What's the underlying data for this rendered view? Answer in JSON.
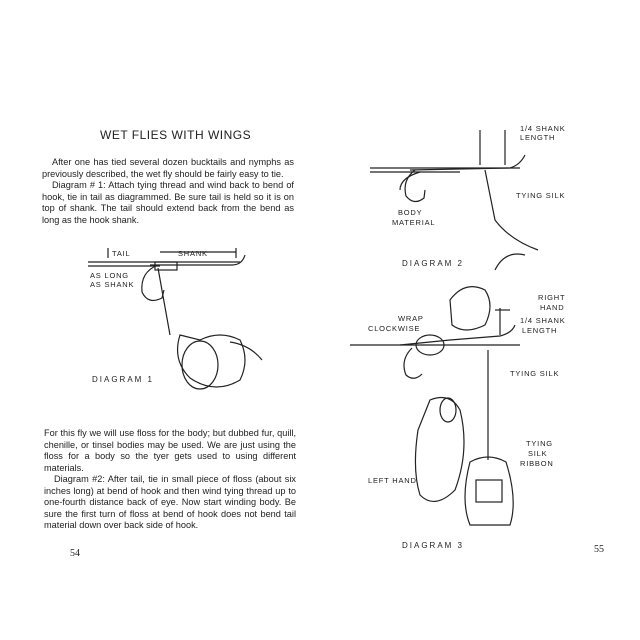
{
  "left_page": {
    "title": "WET FLIES WITH WINGS",
    "intro": "After one has tied several dozen bucktails and nymphs as previously described, the wet fly should be fairly easy to tie.",
    "diagram1_text": "Diagram # 1: Attach tying thread and wind back to bend of hook, tie in tail as diagrammed. Be sure tail is held so it is on top of shank. The tail should extend back from the bend as long as the hook shank.",
    "diagram1": {
      "label_tail": "TAIL",
      "label_shank": "SHANK",
      "label_as_long": "AS LONG",
      "label_as_shank": "AS SHANK",
      "caption": "DIAGRAM 1"
    },
    "body_text": "For this fly we will use floss for the body; but dubbed fur, quill, chenille, or tinsel bodies may be used. We are just using the floss for a body so the tyer gets used to using different materials.",
    "diagram2_text": "Diagram #2: After tail, tie in small piece of floss (about six inches long) at bend of hook and then wind tying thread up to one-fourth distance back of eye. Now start winding body. Be sure the first turn of floss at bend of hook does not bend tail material down over back side of hook.",
    "page_number": "54"
  },
  "right_page": {
    "diagram2": {
      "label_quarter_shank": "1/4 SHANK",
      "label_length": "LENGTH",
      "label_tying_silk": "TYING SILK",
      "label_body": "BODY",
      "label_material": "MATERIAL",
      "caption": "DIAGRAM 2"
    },
    "diagram3": {
      "label_right": "RIGHT",
      "label_hand": "HAND",
      "label_wrap": "WRAP",
      "label_clockwise": "CLOCKWISE",
      "label_quarter_shank": "1/4 SHANK",
      "label_length": "LENGTH",
      "label_tying_silk": "TYING SILK",
      "label_tying": "TYING",
      "label_silk": "SILK",
      "label_ribbon": "RIBBON",
      "label_left_hand": "LEFT HAND",
      "caption": "DIAGRAM 3"
    },
    "page_number": "55"
  }
}
